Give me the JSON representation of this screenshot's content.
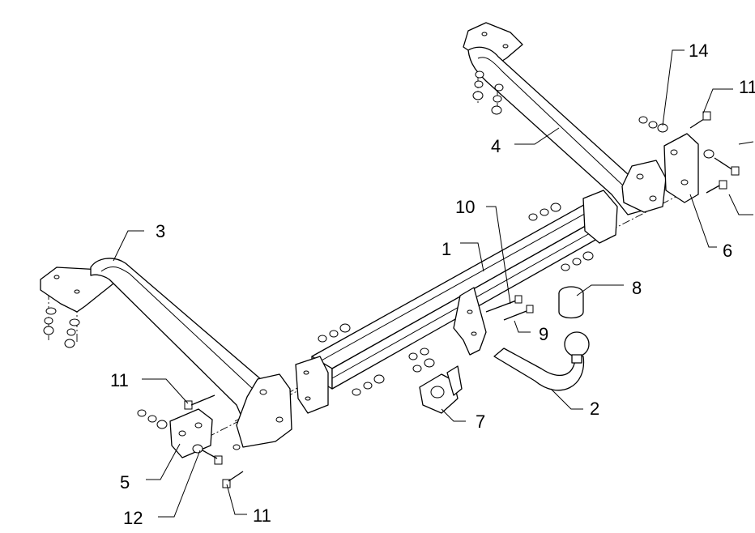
{
  "diagram": {
    "callouts": [
      {
        "id": "c1",
        "text": "1"
      },
      {
        "id": "c2",
        "text": "2"
      },
      {
        "id": "c3",
        "text": "3"
      },
      {
        "id": "c4",
        "text": "4"
      },
      {
        "id": "c5",
        "text": "5"
      },
      {
        "id": "c6",
        "text": "6"
      },
      {
        "id": "c7",
        "text": "7"
      },
      {
        "id": "c8",
        "text": "8"
      },
      {
        "id": "c9",
        "text": "9"
      },
      {
        "id": "c10",
        "text": "10"
      },
      {
        "id": "c11a",
        "text": "11"
      },
      {
        "id": "c11b",
        "text": "11"
      },
      {
        "id": "c11c",
        "text": "11"
      },
      {
        "id": "c12",
        "text": "12"
      },
      {
        "id": "c14",
        "text": "14"
      }
    ]
  }
}
